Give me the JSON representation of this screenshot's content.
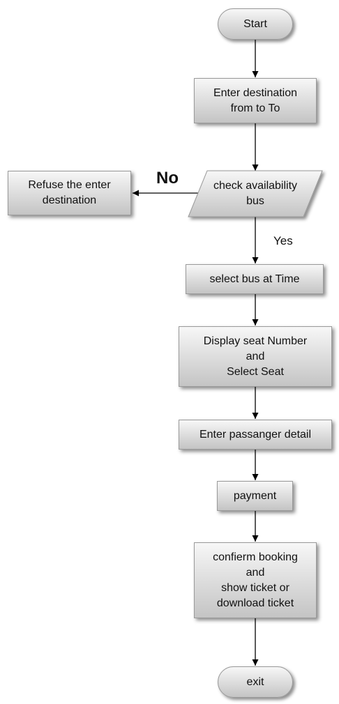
{
  "nodes": {
    "start": "Start",
    "enter_destination": [
      "Enter destination",
      "from to To"
    ],
    "check_availability": [
      "check availability",
      "bus"
    ],
    "refuse_destination": [
      "Refuse the enter",
      "destination"
    ],
    "select_bus": "select bus at Time",
    "display_seat": [
      "Display seat Number",
      "and",
      "Select Seat"
    ],
    "enter_passenger": "Enter passanger detail",
    "payment": "payment",
    "confirm_booking": [
      "confierm booking",
      "and",
      "show ticket or",
      "download ticket"
    ],
    "exit": "exit"
  },
  "labels": {
    "no": "No",
    "yes": "Yes"
  },
  "colors": {
    "line": "#000000",
    "box_border": "#9a9a9a"
  }
}
